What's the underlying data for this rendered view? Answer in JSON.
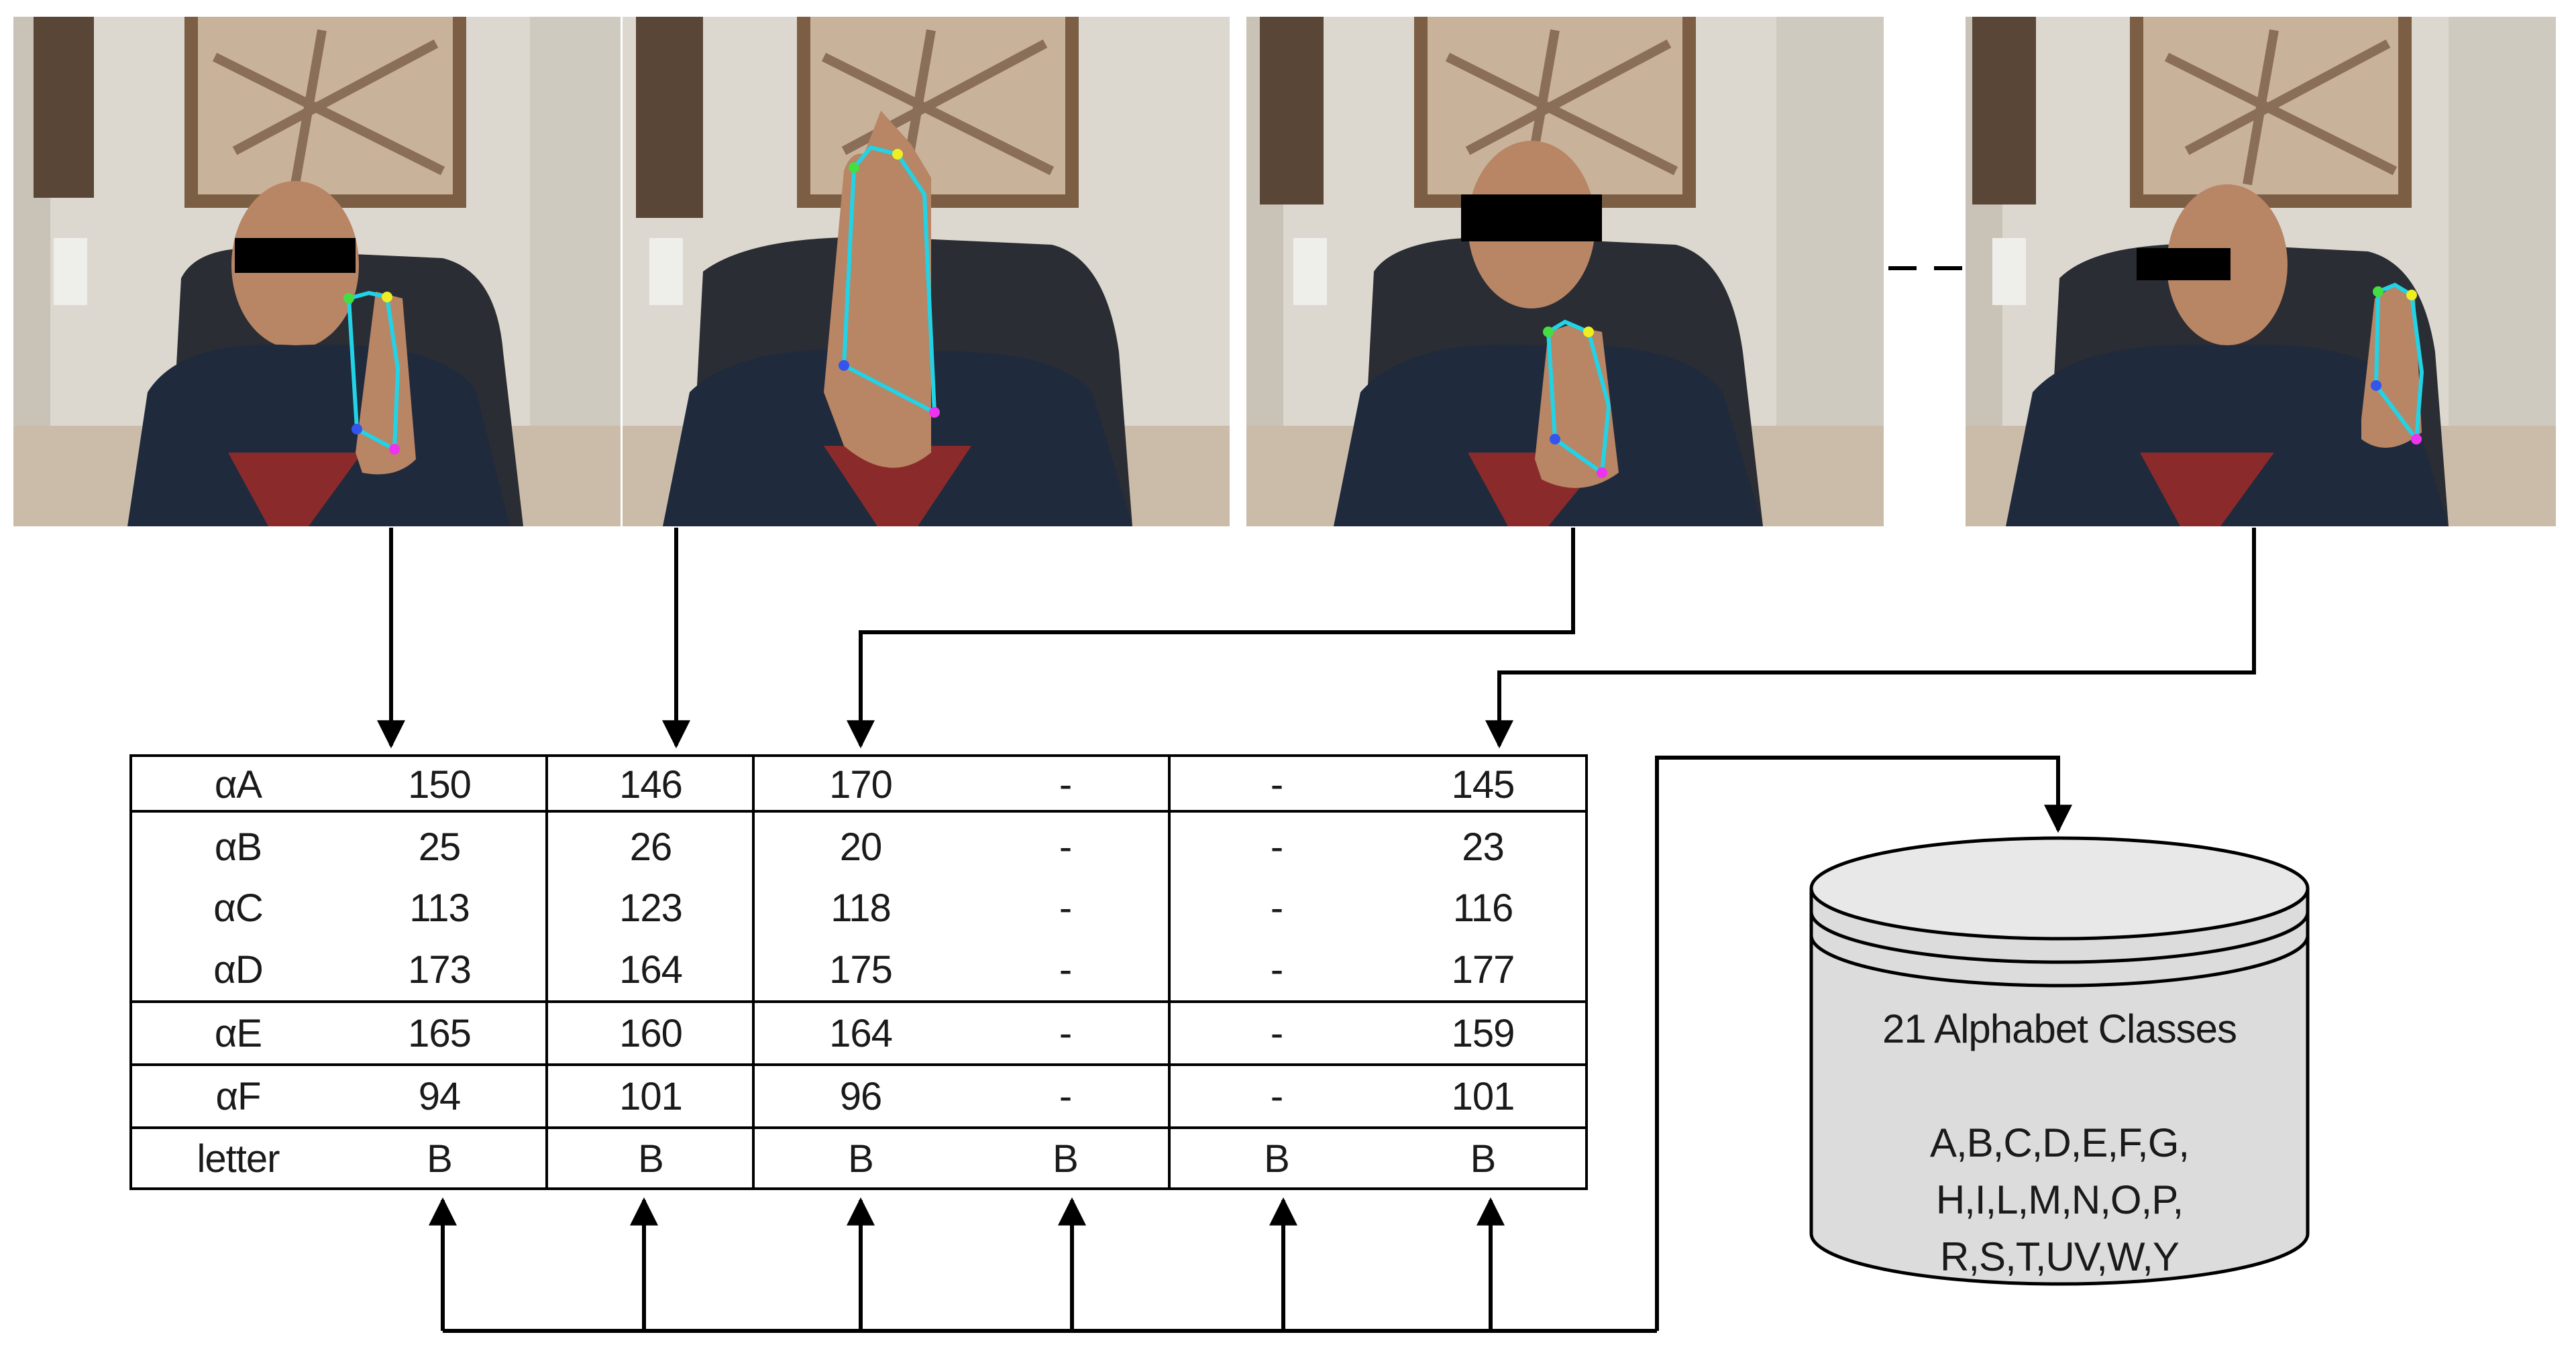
{
  "table": {
    "rows": [
      {
        "label": "αA",
        "values": [
          "150",
          "146",
          "170",
          "-",
          "-",
          "145"
        ]
      },
      {
        "label": "αB",
        "values": [
          "25",
          "26",
          "20",
          "-",
          "-",
          "23"
        ]
      },
      {
        "label": "αC",
        "values": [
          "113",
          "123",
          "118",
          "-",
          "-",
          "116"
        ]
      },
      {
        "label": "αD",
        "values": [
          "173",
          "164",
          "175",
          "-",
          "-",
          "177"
        ]
      },
      {
        "label": "αE",
        "values": [
          "165",
          "160",
          "164",
          "-",
          "-",
          "159"
        ]
      },
      {
        "label": "αF",
        "values": [
          "94",
          "101",
          "96",
          "-",
          "-",
          "101"
        ]
      },
      {
        "label": "letter",
        "values": [
          "B",
          "B",
          "B",
          "B",
          "B",
          "B"
        ]
      }
    ]
  },
  "database": {
    "title": "21 Alphabet Classes",
    "lines": [
      "A,B,C,D,E,F,G,",
      "H,I,L,M,N,O,P,",
      "R,S,T,UV,W,Y"
    ]
  },
  "colors": {
    "contour": "#22d3e6",
    "wall": "#dcd8d0",
    "shirt": "#1f2a3d",
    "chair": "#2a2d33",
    "skin": "#b88565",
    "censor": "#000000",
    "db_fill": "#dcdcdc"
  }
}
